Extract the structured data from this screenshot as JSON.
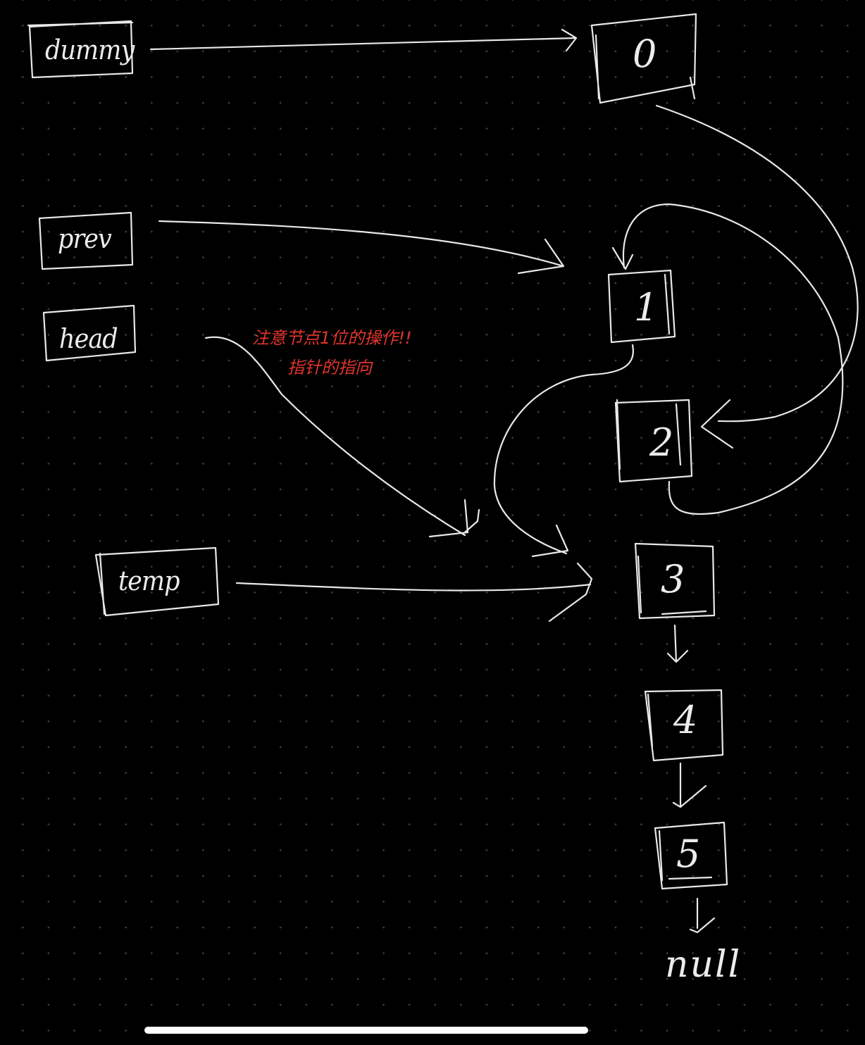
{
  "variables": {
    "dummy": "dummy",
    "prev": "prev",
    "head": "head",
    "temp": "temp"
  },
  "nodes": [
    "0",
    "1",
    "2",
    "3",
    "4",
    "5"
  ],
  "terminal": "null",
  "annotation": {
    "line1": "注意节点1位的操作!!",
    "line2": "指针的指向",
    "color": "#e0352b"
  },
  "colors": {
    "background": "#000000",
    "ink": "#e8e8e8",
    "grid_dot": "#3a3a66"
  }
}
